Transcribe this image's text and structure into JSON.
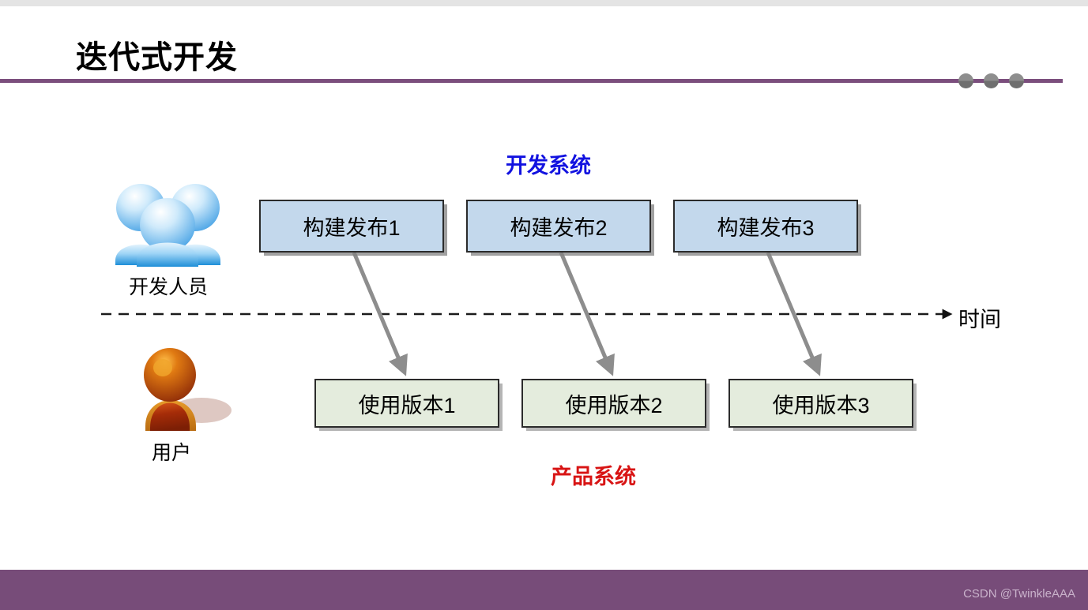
{
  "slide": {
    "title": "迭代式开发",
    "accent_purple": "#7b4e7d",
    "footer_purple": "#774c79",
    "top_strip_color": "#e4e4e4"
  },
  "captions": {
    "dev_system": "开发系统",
    "dev_system_color": "#1212e0",
    "product_system": "产品系统",
    "product_system_color": "#d81414"
  },
  "actors": [
    {
      "icon": "people-group-icon",
      "label": "开发人员",
      "color": "#4aa8e8"
    },
    {
      "icon": "single-person-icon",
      "label": "用户",
      "color": "#b8431a"
    }
  ],
  "dev_boxes": [
    {
      "label": "构建发布1"
    },
    {
      "label": "构建发布2"
    },
    {
      "label": "构建发布3"
    }
  ],
  "user_boxes": [
    {
      "label": "使用版本1"
    },
    {
      "label": "使用版本2"
    },
    {
      "label": "使用版本3"
    }
  ],
  "timeline": {
    "label": "时间",
    "style": "dashed",
    "color": "#222222"
  },
  "footer": {
    "watermark": "CSDN @TwinkleAAA"
  }
}
